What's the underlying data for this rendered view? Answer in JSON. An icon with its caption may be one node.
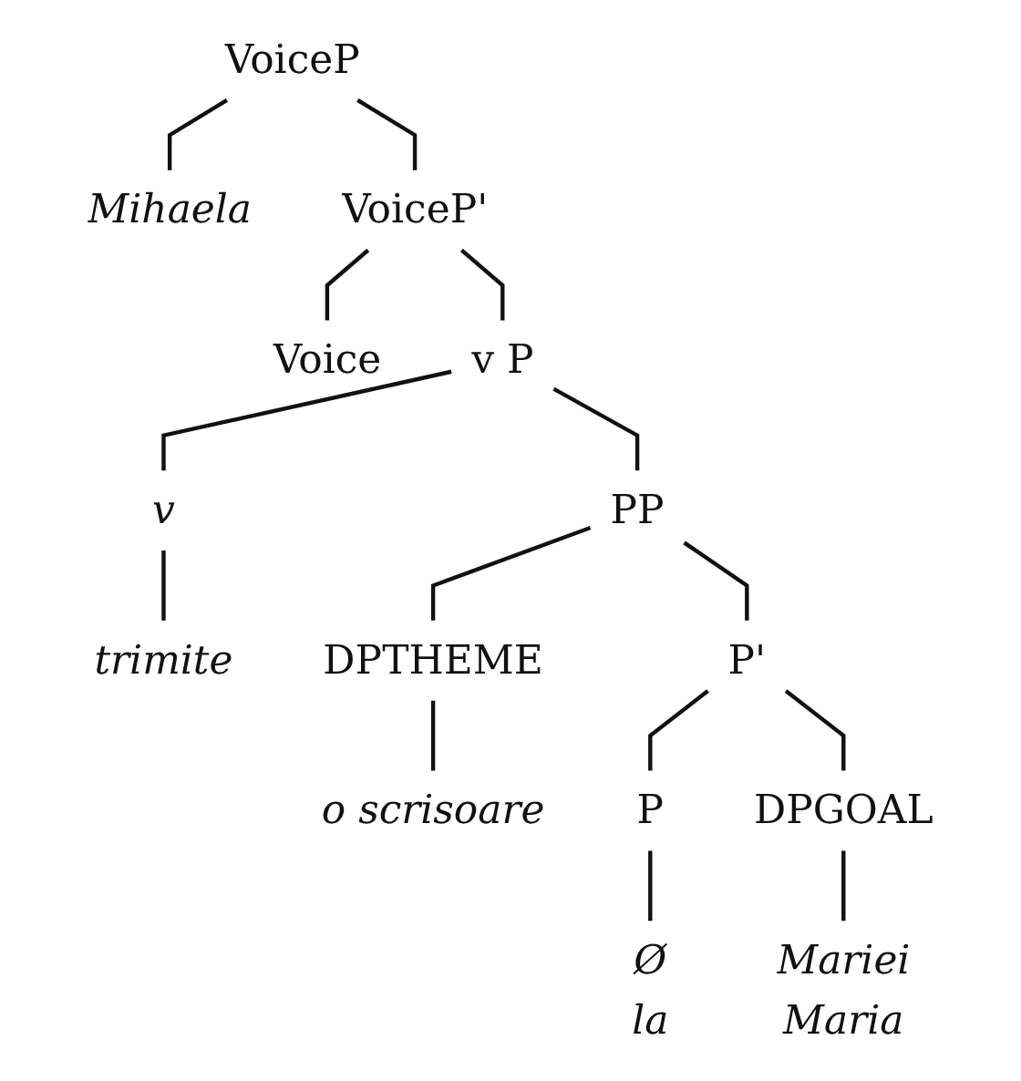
{
  "diagram": {
    "nodes": [
      {
        "text": [
          "VoiceP"
        ]
      },
      {
        "text": [
          "Mihaela"
        ]
      },
      {
        "text": [
          "VoiceP'"
        ]
      },
      {
        "text": [
          "Voice"
        ]
      },
      {
        "text": [
          "v P"
        ]
      },
      {
        "text": [
          "v"
        ]
      },
      {
        "text": [
          "PP"
        ]
      },
      {
        "text": [
          "trimite"
        ]
      },
      {
        "text": [
          "DPTHEME"
        ]
      },
      {
        "text": [
          "o scrisoare"
        ]
      },
      {
        "text": [
          "P'"
        ]
      },
      {
        "text": [
          "P"
        ]
      },
      {
        "text": [
          "DPGOAL"
        ]
      },
      {
        "text": [
          "Ø",
          "la"
        ]
      },
      {
        "text": [
          "Mariei",
          "Maria"
        ]
      }
    ],
    "edges": [
      {
        "from": 0,
        "to": 1,
        "arrow": "none"
      },
      {
        "from": 0,
        "to": 2,
        "arrow": "none"
      },
      {
        "from": 2,
        "to": 3,
        "arrow": "none"
      },
      {
        "from": 2,
        "to": 4,
        "arrow": "none"
      },
      {
        "from": 4,
        "to": 5,
        "arrow": "none"
      },
      {
        "from": 4,
        "to": 6,
        "arrow": "none"
      },
      {
        "from": 5,
        "to": 7,
        "arrow": "none"
      },
      {
        "from": 6,
        "to": 8,
        "arrow": "none"
      },
      {
        "from": 6,
        "to": 10,
        "arrow": "none"
      },
      {
        "from": 8,
        "to": 9,
        "arrow": "none"
      },
      {
        "from": 10,
        "to": 11,
        "arrow": "none"
      },
      {
        "from": 10,
        "to": 12,
        "arrow": "none"
      },
      {
        "from": 11,
        "to": 13,
        "arrow": "none"
      },
      {
        "from": 12,
        "to": 14,
        "arrow": "none"
      }
    ]
  }
}
